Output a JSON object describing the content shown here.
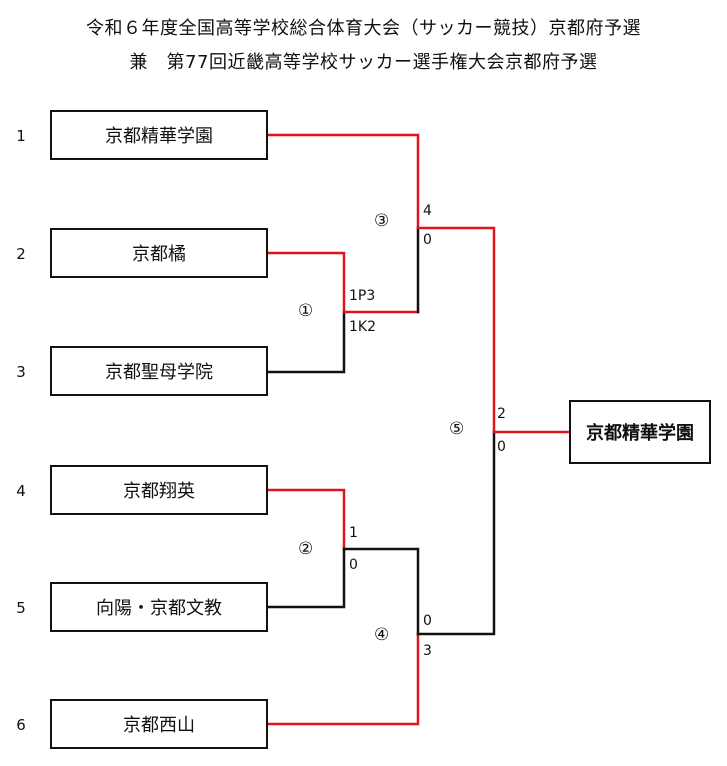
{
  "title": {
    "line1": "令和６年度全国高等学校総合体育大会（サッカー競技）京都府予選",
    "line2": "兼　第77回近畿高等学校サッカー選手権大会京都府予選"
  },
  "teams": [
    {
      "seed": "1",
      "name": "京都精華学園"
    },
    {
      "seed": "2",
      "name": "京都橘"
    },
    {
      "seed": "3",
      "name": "京都聖母学院"
    },
    {
      "seed": "4",
      "name": "京都翔英"
    },
    {
      "seed": "5",
      "name": "向陽・京都文教"
    },
    {
      "seed": "6",
      "name": "京都西山"
    }
  ],
  "matches": {
    "m1": {
      "label": "①",
      "score_top": "1P3",
      "score_bottom": "1K2"
    },
    "m2": {
      "label": "②",
      "score_top": "1",
      "score_bottom": "0"
    },
    "m3": {
      "label": "③",
      "score_top": "4",
      "score_bottom": "0"
    },
    "m4": {
      "label": "④",
      "score_top": "0",
      "score_bottom": "3"
    },
    "m5": {
      "label": "⑤",
      "score_top": "2",
      "score_bottom": "0"
    }
  },
  "champion": "京都精華学園",
  "colors": {
    "win_line": "#e0141e",
    "lose_line": "#111111"
  }
}
